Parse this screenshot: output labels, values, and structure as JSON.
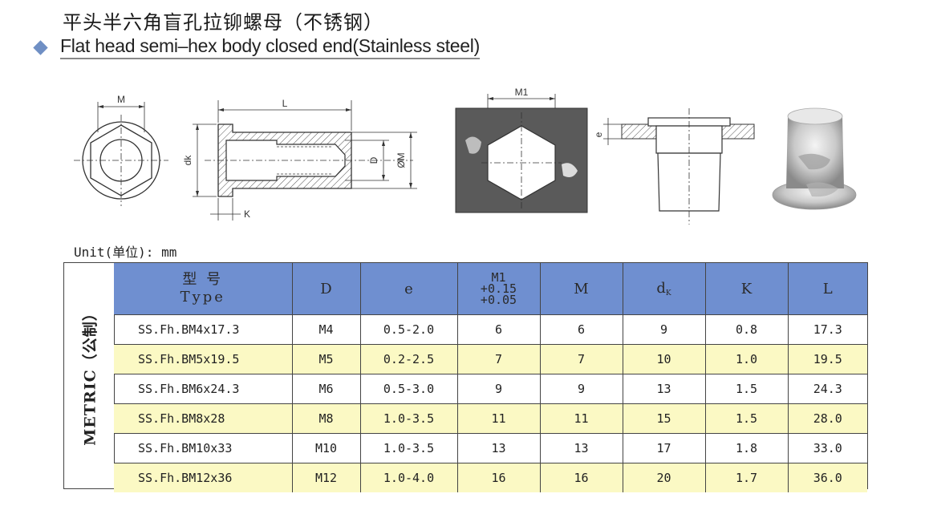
{
  "title_cn": "平头半六角盲孔拉铆螺母（不锈钢）",
  "subtitle": "Flat head semi–hex body closed end(Stainless steel)",
  "drawing_labels": {
    "M": "M",
    "L": "L",
    "dk": "dk",
    "D": "D",
    "OM": "ØM",
    "K": "K",
    "M1": "M1",
    "e": "e"
  },
  "unit_label": "Unit(单位): mm",
  "side_label": "METRIC（公制）",
  "table": {
    "headers": {
      "type_cn": "型 号",
      "type_en": "Type",
      "D": "D",
      "e": "e",
      "M1_line1": "M1",
      "M1_line2": "+0.15",
      "M1_line3": "+0.05",
      "M": "M",
      "dk_main": "d",
      "dk_sub": "K",
      "K": "K",
      "L": "L"
    },
    "rows": [
      {
        "type": "SS.Fh.BM4x17.3",
        "D": "M4",
        "e": "0.5-2.0",
        "M1": "6",
        "M": "6",
        "dk": "9",
        "K": "0.8",
        "L": "17.3"
      },
      {
        "type": "SS.Fh.BM5x19.5",
        "D": "M5",
        "e": "0.2-2.5",
        "M1": "7",
        "M": "7",
        "dk": "10",
        "K": "1.0",
        "L": "19.5"
      },
      {
        "type": "SS.Fh.BM6x24.3",
        "D": "M6",
        "e": "0.5-3.0",
        "M1": "9",
        "M": "9",
        "dk": "13",
        "K": "1.5",
        "L": "24.3"
      },
      {
        "type": "SS.Fh.BM8x28",
        "D": "M8",
        "e": "1.0-3.5",
        "M1": "11",
        "M": "11",
        "dk": "15",
        "K": "1.5",
        "L": "28.0"
      },
      {
        "type": "SS.Fh.BM10x33",
        "D": "M10",
        "e": "1.0-3.5",
        "M1": "13",
        "M": "13",
        "dk": "17",
        "K": "1.8",
        "L": "33.0"
      },
      {
        "type": "SS.Fh.BM12x36",
        "D": "M12",
        "e": "1.0-4.0",
        "M1": "16",
        "M": "16",
        "dk": "20",
        "K": "1.7",
        "L": "36.0"
      }
    ]
  },
  "colors": {
    "header_bg": "#6f8fd0",
    "alt_row_bg": "#fbf9c4",
    "accent_diamond": "#6f8fc4"
  }
}
